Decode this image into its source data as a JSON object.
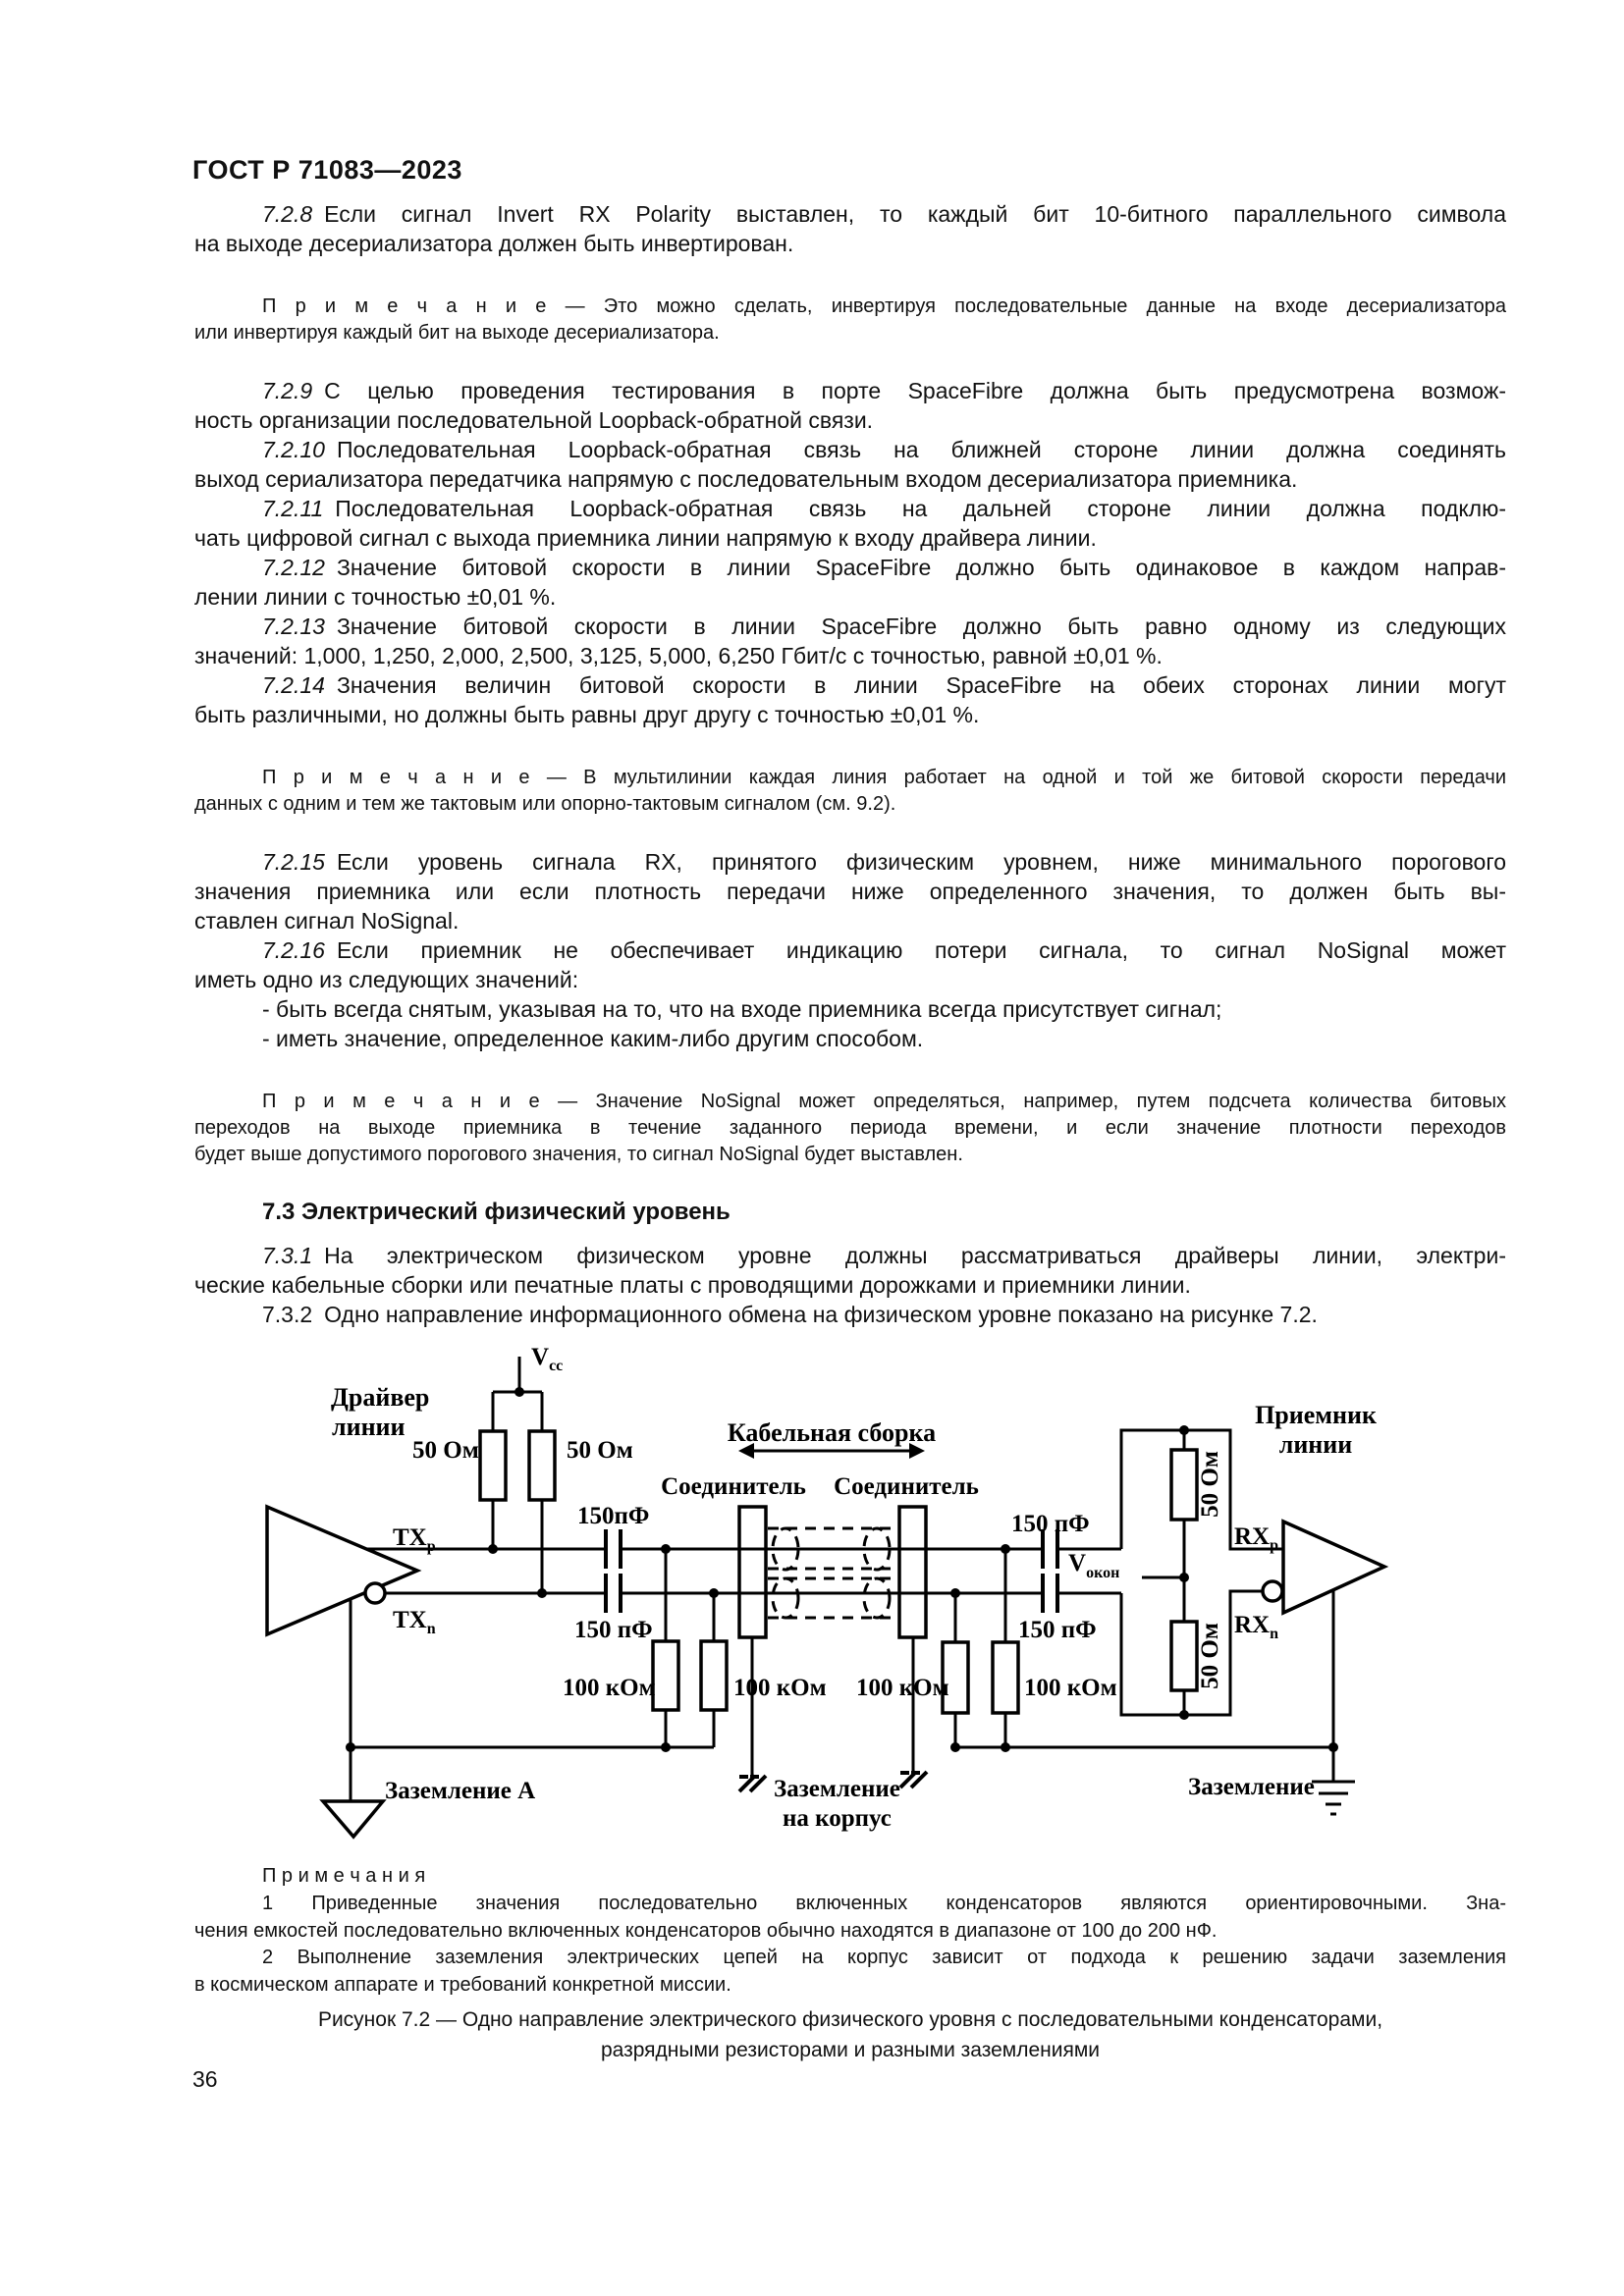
{
  "page": {
    "header": "ГОСТ Р 71083—2023",
    "number": "36"
  },
  "body": {
    "blocks": [
      {
        "type": "para",
        "num": "7.2.8",
        "italic": true,
        "lines": [
          "Если сигнал Invert RX Polarity выставлен, то каждый бит 10-битного параллельного символа",
          "на выходе десериализатора должен быть инвертирован."
        ]
      },
      {
        "type": "note",
        "num": "",
        "lines": [
          "П р и м е ч а н и е — Это можно сделать, инвертируя последовательные данные на входе десериализатора",
          "или инвертируя каждый бит на выходе десериализатора."
        ]
      },
      {
        "type": "para",
        "num": "7.2.9",
        "italic": true,
        "lines": [
          "С целью проведения тестирования в порте SpaceFibre должна быть предусмотрена возмож-",
          "ность организации последовательной Loopback-обратной связи."
        ]
      },
      {
        "type": "para",
        "num": "7.2.10",
        "italic": true,
        "lines": [
          "Последовательная Loopback-обратная связь на ближней стороне линии должна соединять",
          "выход сериализатора передатчика напрямую с последовательным входом десериализатора приемника."
        ]
      },
      {
        "type": "para",
        "num": "7.2.11",
        "italic": true,
        "lines": [
          "Последовательная Loopback-обратная связь на дальней стороне линии должна подклю-",
          "чать цифровой сигнал с выхода приемника линии напрямую к входу драйвера линии."
        ]
      },
      {
        "type": "para",
        "num": "7.2.12",
        "italic": true,
        "lines": [
          "Значение битовой скорости в линии SpaceFibre должно быть одинаковое в каждом направ-",
          "лении линии с точностью ±0,01 %."
        ]
      },
      {
        "type": "para",
        "num": "7.2.13",
        "italic": true,
        "lines": [
          "Значение битовой скорости в линии SpaceFibre должно быть равно одному из следующих",
          "значений: 1,000, 1,250, 2,000, 2,500, 3,125, 5,000, 6,250 Гбит/с с точностью, равной ±0,01 %."
        ]
      },
      {
        "type": "para",
        "num": "7.2.14",
        "italic": true,
        "lines": [
          "Значения величин битовой скорости в линии SpaceFibre на обеих сторонах линии могут",
          "быть различными, но должны быть равны друг другу с точностью ±0,01 %."
        ]
      },
      {
        "type": "note",
        "num": "",
        "lines": [
          "П р и м е ч а н и е — В мультилинии каждая линия работает на одной и той же битовой скорости передачи",
          "данных с одним и тем же тактовым или опорно-тактовым сигналом (см. 9.2)."
        ]
      },
      {
        "type": "para",
        "num": "7.2.15",
        "italic": true,
        "lines": [
          "Если уровень сигнала RX, принятого физическим уровнем, ниже минимального порогового",
          "значения приемника или если плотность передачи ниже определенного значения, то должен быть вы-",
          "ставлен сигнал NoSignal."
        ]
      },
      {
        "type": "para",
        "num": "7.2.16",
        "italic": true,
        "lines": [
          "Если приемник не обеспечивает индикацию потери сигнала, то сигнал NoSignal может",
          "иметь одно из следующих значений:"
        ]
      },
      {
        "type": "para",
        "num": "",
        "italic": false,
        "lines": [
          "- быть всегда снятым, указывая на то, что на входе приемника всегда присутствует сигнал;"
        ]
      },
      {
        "type": "para",
        "num": "",
        "italic": false,
        "lines": [
          "- иметь значение, определенное каким-либо другим способом."
        ]
      },
      {
        "type": "note",
        "num": "",
        "lines": [
          "П р и м е ч а н и е — Значение NoSignal может определяться, например, путем подсчета количества битовых",
          "переходов на выходе приемника в течение заданного периода времени, и если значение плотности переходов",
          "будет выше допустимого порогового значения, то сигнал NoSignal будет выставлен."
        ]
      },
      {
        "type": "heading",
        "text": "7.3 Электрический физический уровень",
        "lines": []
      },
      {
        "type": "para",
        "num": "7.3.1",
        "italic": true,
        "lines": [
          "На электрическом физическом уровне должны рассматриваться драйверы линии, электри-",
          "ческие кабельные сборки или печатные платы с проводящими дорожками и приемники линии."
        ]
      },
      {
        "type": "para",
        "num": "7.3.2",
        "italic": false,
        "lines": [
          "Одно направление информационного обмена на физическом уровне показано на рисунке 7.2."
        ]
      }
    ]
  },
  "figure": {
    "notes_title": "П р и м е ч а н и я",
    "notes": [
      {
        "lines": [
          "1 Приведенные значения последовательно включенных конденсаторов являются ориентировочными. Зна-",
          "чения емкостей последовательно включенных конденсаторов обычно находятся в диапазоне от 100 до 200 нФ."
        ]
      },
      {
        "lines": [
          "2 Выполнение заземления электрических цепей на корпус зависит от подхода к решению задачи заземления",
          "в космическом аппарате и требований конкретной миссии."
        ]
      }
    ],
    "caption": [
      "Рисунок 7.2 — Одно направление электрического физического уровня с последовательными конденсаторами,",
      "разрядными резисторами и разными заземлениями"
    ],
    "labels": {
      "driver1": "Драйвер",
      "driver2": "линии",
      "receiver1": "Приемник",
      "receiver2": "линии",
      "vcc": {
        "base": "V",
        "sub": "cc"
      },
      "vterm": {
        "base": "V",
        "sub": "окон"
      },
      "txp": {
        "base": "TX",
        "sub": "p"
      },
      "txn": {
        "base": "TX",
        "sub": "n"
      },
      "rxp": {
        "base": "RX",
        "sub": "p"
      },
      "rxn": {
        "base": "RX",
        "sub": "n"
      },
      "r50_left": "50 Ом",
      "r50_right": "50 Ом",
      "r50_rx_top": "50 Ом",
      "r50_rx_bottom": "50 Ом",
      "cap_tx_p": "150пФ",
      "cap_tx_n": "150 пФ",
      "cap_rx_p": "150 пФ",
      "cap_rx_n": "150 пФ",
      "r100_1": "100 кОм",
      "r100_2": "100 кОм",
      "r100_3": "100 кОм",
      "r100_4": "100 кОм",
      "cable_assembly": "Кабельная сборка",
      "connector_left": "Соединитель",
      "connector_right": "Соединитель",
      "ground_a": "Заземление А",
      "ground_chassis1": "Заземление",
      "ground_chassis2": "на корпус",
      "ground_right": "Заземление"
    }
  }
}
